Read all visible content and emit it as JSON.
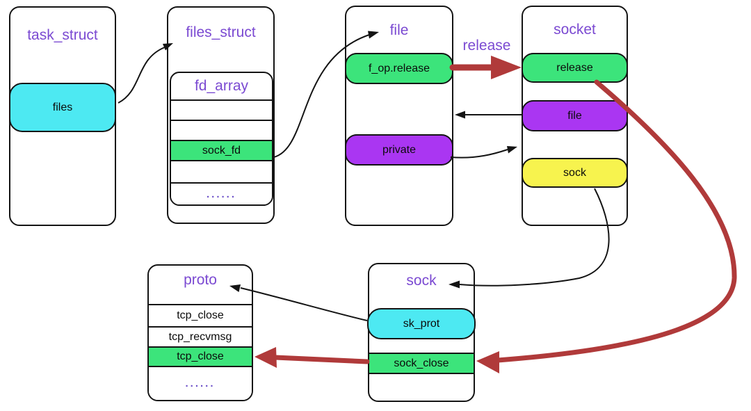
{
  "colors": {
    "cyan": "#4de9f2",
    "green": "#3ce47b",
    "purple": "#aa36f2",
    "yellow": "#f7f34e",
    "red": "#b03a3a",
    "title": "#7b4ad2",
    "dots": "#6b4fc8",
    "line": "#141414"
  },
  "boxes": {
    "task_struct": {
      "title": "task_struct",
      "files": "files"
    },
    "files_struct": {
      "title": "files_struct",
      "fd_array": "fd_array",
      "sock_fd": "sock_fd",
      "dots": "......"
    },
    "file": {
      "title": "file",
      "f_op_release": "f_op.release",
      "private": "private"
    },
    "socket": {
      "title": "socket",
      "release": "release",
      "file": "file",
      "sock": "sock"
    },
    "proto": {
      "title": "proto",
      "row1": "tcp_close",
      "row2": "tcp_recvmsg",
      "row3": "tcp_close",
      "dots": "......"
    },
    "sock": {
      "title": "sock",
      "sk_prot": "sk_prot",
      "sock_close": "sock_close"
    }
  },
  "labels": {
    "release": "release"
  }
}
